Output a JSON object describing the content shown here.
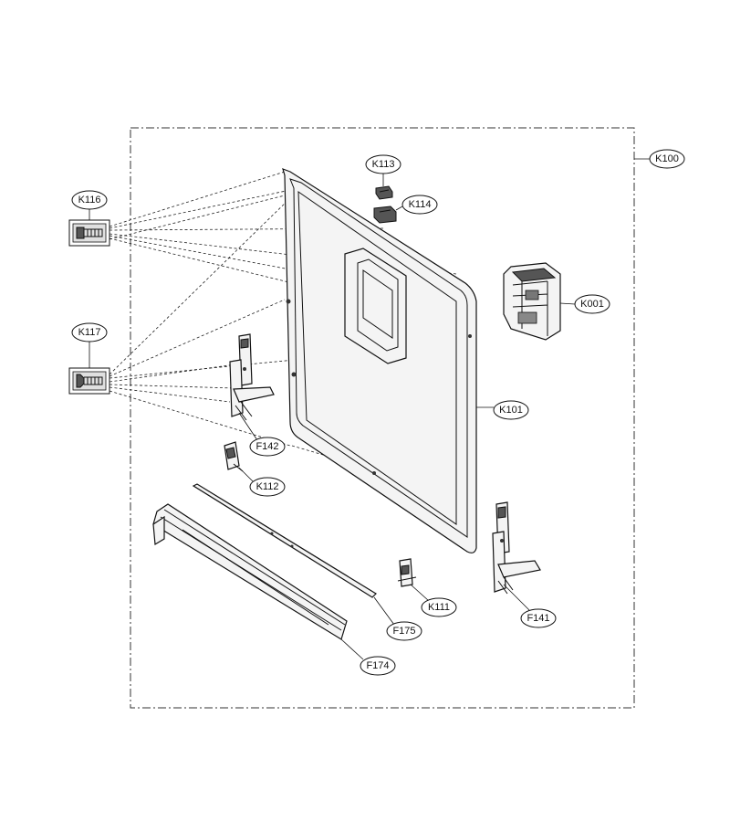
{
  "labels": {
    "k100": "K100",
    "k113": "K113",
    "k114": "K114",
    "k116": "K116",
    "k117": "K117",
    "k001": "K001",
    "k101": "K101",
    "f142": "F142",
    "k112": "K112",
    "k111": "K111",
    "f141": "F141",
    "f175": "F175",
    "f174": "F174"
  }
}
